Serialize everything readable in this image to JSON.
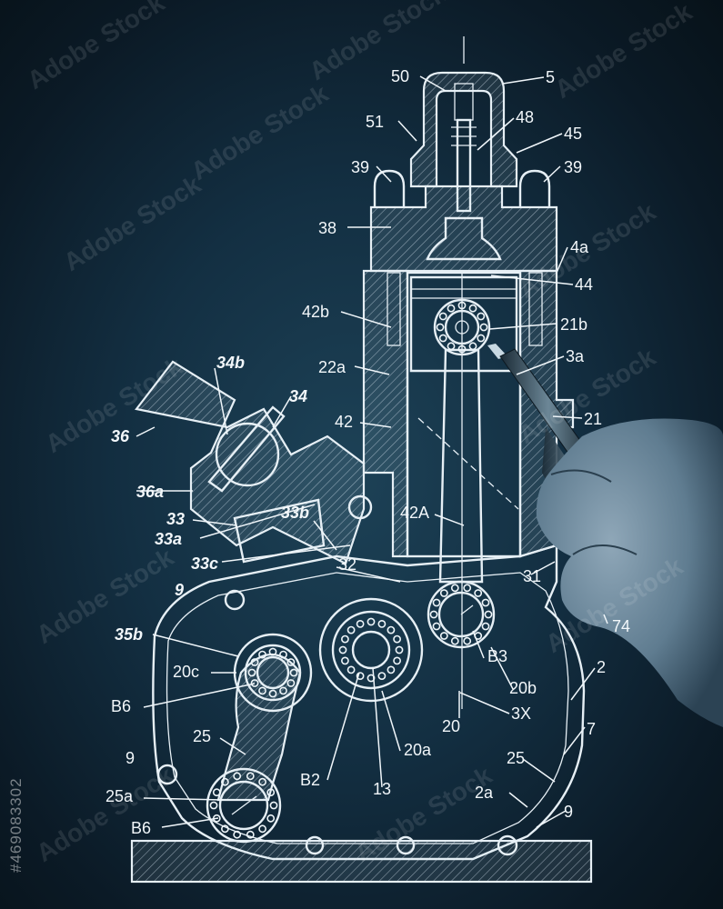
{
  "labels": {
    "l50": "50",
    "l5": "5",
    "l51": "51",
    "l48": "48",
    "l45": "45",
    "l39a": "39",
    "l39b": "39",
    "l38": "38",
    "l4a": "4a",
    "l44": "44",
    "l42b": "42b",
    "l21b": "21b",
    "l3a": "3a",
    "l22a": "22a",
    "l34b": "34b",
    "l34": "34",
    "l21": "21",
    "l42": "42",
    "l36": "36",
    "l36a": "36a",
    "l42A": "42A",
    "l33": "33",
    "l33b": "33b",
    "l33a": "33a",
    "l33c": "33c",
    "l32": "32",
    "l31": "31",
    "l9a": "9",
    "l74": "74",
    "l35b": "35b",
    "l20c": "20c",
    "lB3": "B3",
    "l20b": "20b",
    "l2": "2",
    "lB6a": "B6",
    "l3X": "3X",
    "l20": "20",
    "l7": "7",
    "l25a": "25",
    "l20a": "20a",
    "l25b": "25",
    "l9b": "9",
    "lB2": "B2",
    "l13": "13",
    "l25a2": "25a",
    "l2a": "2a",
    "l9c": "9",
    "lB6b": "B6"
  },
  "watermark": {
    "text": "Adobe Stock"
  },
  "stock_id": "#469083302",
  "colors": {
    "background": "#0d1e2c",
    "line": "#e6eff5",
    "label": "#f2f7fa"
  },
  "icons": {
    "hand": "hand-holding-pen-icon"
  }
}
